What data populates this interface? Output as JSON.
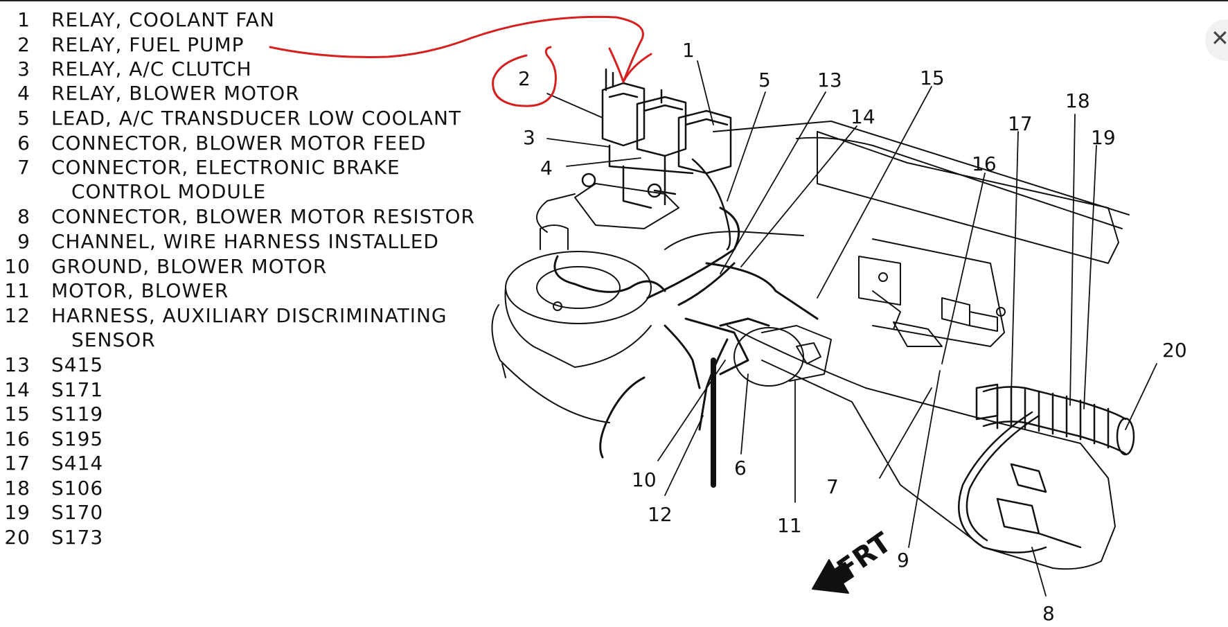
{
  "legend": [
    {
      "num": "1",
      "text": "RELAY, COOLANT FAN"
    },
    {
      "num": "2",
      "text": "RELAY, FUEL PUMP"
    },
    {
      "num": "3",
      "text": "RELAY, A/C CLUTCH"
    },
    {
      "num": "4",
      "text": "RELAY, BLOWER MOTOR"
    },
    {
      "num": "5",
      "text": "LEAD, A/C TRANSDUCER LOW COOLANT"
    },
    {
      "num": "6",
      "text": "CONNECTOR, BLOWER MOTOR FEED"
    },
    {
      "num": "7",
      "text": "CONNECTOR, ELECTRONIC BRAKE",
      "cont": "CONTROL MODULE"
    },
    {
      "num": "8",
      "text": "CONNECTOR, BLOWER MOTOR RESISTOR"
    },
    {
      "num": "9",
      "text": "CHANNEL, WIRE HARNESS INSTALLED"
    },
    {
      "num": "10",
      "text": "GROUND, BLOWER MOTOR"
    },
    {
      "num": "11",
      "text": "MOTOR, BLOWER"
    },
    {
      "num": "12",
      "text": "HARNESS, AUXILIARY DISCRIMINATING",
      "cont": "SENSOR"
    },
    {
      "num": "13",
      "text": "S415"
    },
    {
      "num": "14",
      "text": "S171"
    },
    {
      "num": "15",
      "text": "S119"
    },
    {
      "num": "16",
      "text": "S195"
    },
    {
      "num": "17",
      "text": "S414"
    },
    {
      "num": "18",
      "text": "S106"
    },
    {
      "num": "19",
      "text": "S170"
    },
    {
      "num": "20",
      "text": "S173"
    }
  ],
  "callouts": {
    "c1": "1",
    "c2": "2",
    "c3": "3",
    "c4": "4",
    "c5": "5",
    "c6": "6",
    "c7": "7",
    "c8": "8",
    "c9": "9",
    "c10": "10",
    "c11": "11",
    "c12": "12",
    "c13": "13",
    "c14": "14",
    "c15": "15",
    "c16": "16",
    "c17": "17",
    "c18": "18",
    "c19": "19",
    "c20": "20"
  },
  "frt_label": "FRT",
  "colors": {
    "annotation": "#d62020",
    "ink": "#111111"
  },
  "icons": {
    "close": "close-icon"
  }
}
